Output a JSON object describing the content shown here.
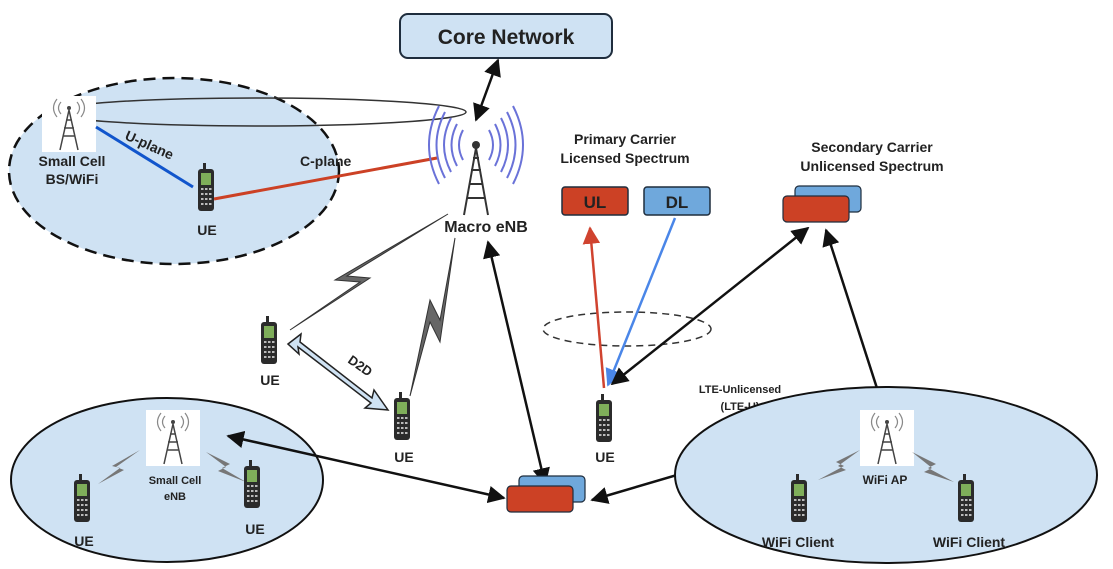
{
  "core_network": {
    "label": "Core Network"
  },
  "macro": {
    "label": "Macro eNB"
  },
  "small_cell_top": {
    "label_line1": "Small Cell",
    "label_line2": "BS/WiFi",
    "ue_label": "UE",
    "uplane": "U-plane",
    "cplane": "C-plane"
  },
  "d2d": {
    "label": "D2D",
    "ue_left": "UE",
    "ue_right": "UE"
  },
  "carriers": {
    "primary_line1": "Primary Carrier",
    "primary_line2": "Licensed Spectrum",
    "secondary_line1": "Secondary Carrier",
    "secondary_line2": "Unlicensed Spectrum",
    "ul": "UL",
    "dl": "DL",
    "ue_label": "UE",
    "lteu_line1": "LTE-Unlicensed",
    "lteu_line2": "(LTE-U)"
  },
  "small_cell_bottom": {
    "label_line1": "Small Cell",
    "label_line2": "eNB",
    "ue_left": "UE",
    "ue_right": "UE"
  },
  "wifi": {
    "ap_label": "WiFi AP",
    "client_left": "WiFi Client",
    "client_right": "WiFi Client"
  },
  "colors": {
    "cell_fill": "#cfe2f3",
    "red": "#c0392b",
    "blue": "#4a86e8",
    "box_border": "#1f2d3d"
  }
}
